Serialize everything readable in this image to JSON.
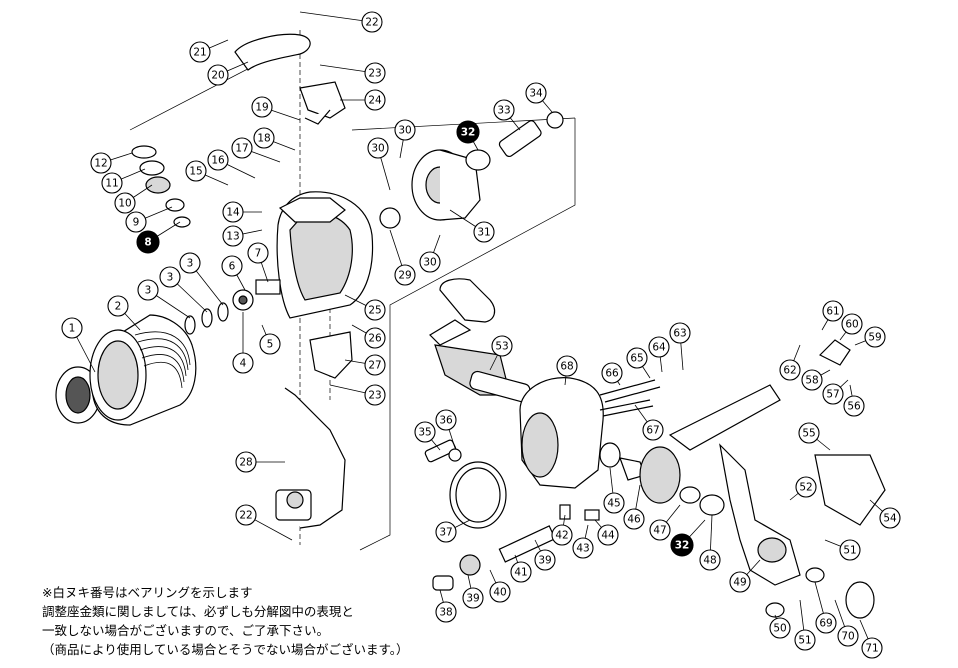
{
  "labels": [
    {
      "n": "1"
    },
    {
      "n": "2"
    },
    {
      "n": "3"
    },
    {
      "n": "3"
    },
    {
      "n": "3"
    },
    {
      "n": "4"
    },
    {
      "n": "5"
    },
    {
      "n": "6"
    },
    {
      "n": "7"
    },
    {
      "n": "8",
      "filled": true
    },
    {
      "n": "9"
    },
    {
      "n": "10"
    },
    {
      "n": "11"
    },
    {
      "n": "12"
    },
    {
      "n": "13"
    },
    {
      "n": "14"
    },
    {
      "n": "15"
    },
    {
      "n": "16"
    },
    {
      "n": "17"
    },
    {
      "n": "18"
    },
    {
      "n": "19"
    },
    {
      "n": "20"
    },
    {
      "n": "21"
    },
    {
      "n": "22"
    },
    {
      "n": "22"
    },
    {
      "n": "23"
    },
    {
      "n": "23"
    },
    {
      "n": "24"
    },
    {
      "n": "25"
    },
    {
      "n": "26"
    },
    {
      "n": "27"
    },
    {
      "n": "28"
    },
    {
      "n": "29"
    },
    {
      "n": "30"
    },
    {
      "n": "30"
    },
    {
      "n": "30"
    },
    {
      "n": "31"
    },
    {
      "n": "32",
      "filled": true
    },
    {
      "n": "33"
    },
    {
      "n": "34"
    },
    {
      "n": "35"
    },
    {
      "n": "36"
    },
    {
      "n": "37"
    },
    {
      "n": "38"
    },
    {
      "n": "39"
    },
    {
      "n": "39"
    },
    {
      "n": "40"
    },
    {
      "n": "41"
    },
    {
      "n": "42"
    },
    {
      "n": "43"
    },
    {
      "n": "44"
    },
    {
      "n": "45"
    },
    {
      "n": "46"
    },
    {
      "n": "47"
    },
    {
      "n": "48"
    },
    {
      "n": "49"
    },
    {
      "n": "50"
    },
    {
      "n": "51"
    },
    {
      "n": "51"
    },
    {
      "n": "52"
    },
    {
      "n": "53"
    },
    {
      "n": "54"
    },
    {
      "n": "55"
    },
    {
      "n": "56"
    },
    {
      "n": "57"
    },
    {
      "n": "58"
    },
    {
      "n": "59"
    },
    {
      "n": "60"
    },
    {
      "n": "61"
    },
    {
      "n": "62"
    },
    {
      "n": "63"
    },
    {
      "n": "64"
    },
    {
      "n": "65"
    },
    {
      "n": "66"
    },
    {
      "n": "67"
    },
    {
      "n": "68"
    },
    {
      "n": "69"
    },
    {
      "n": "70"
    },
    {
      "n": "71"
    },
    {
      "n": "32",
      "filled": true
    }
  ],
  "notes": {
    "line1": "※白ヌキ番号はベアリングを示します",
    "line2": "調整座金類に関しましては、必ずしも分解図中の表現と",
    "line3": "一致しない場合がございますので、ご了承下さい。",
    "line4": "（商品により使用している場合とそうでない場合がございます。）"
  }
}
